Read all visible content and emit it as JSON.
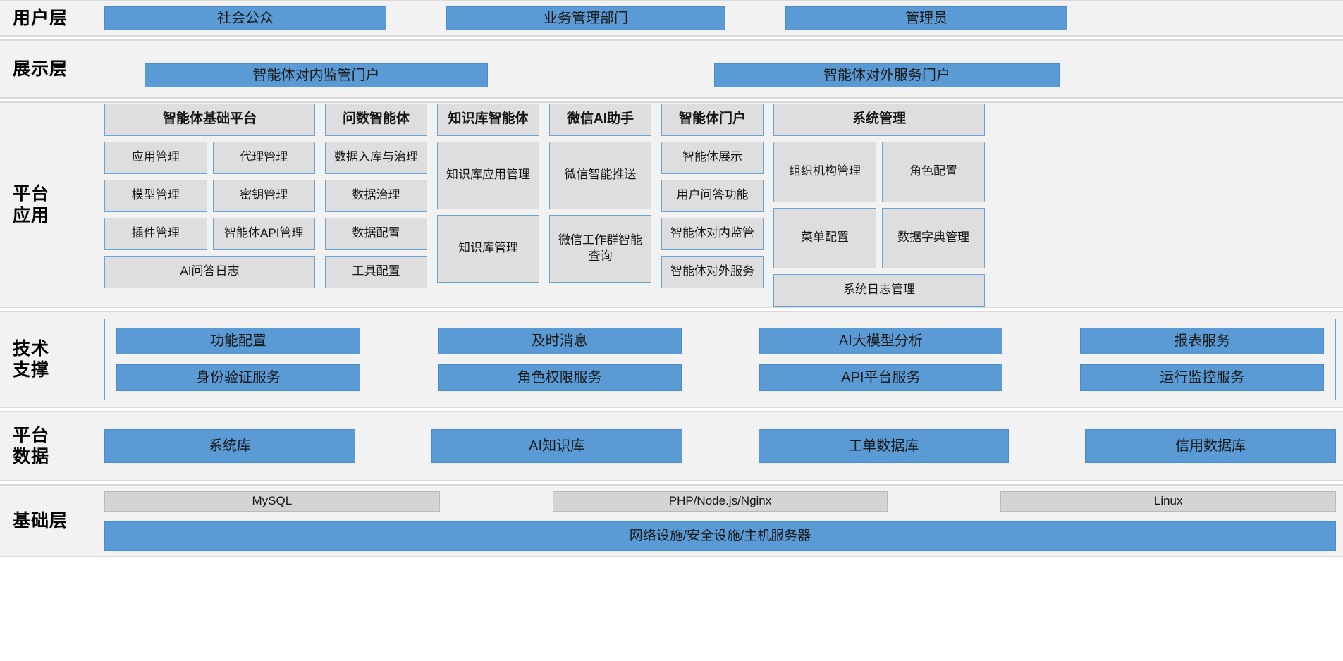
{
  "layers": {
    "user": {
      "label": "用户层",
      "items": [
        {
          "label": "社会公众"
        },
        {
          "label": "业务管理部门"
        },
        {
          "label": "管理员"
        }
      ]
    },
    "presentation": {
      "label": "展示层",
      "items": [
        {
          "label": "智能体对内监管门户"
        },
        {
          "label": "智能体对外服务门户"
        }
      ]
    },
    "platform_app": {
      "label": "平台\n应用",
      "groups": [
        {
          "title": "智能体基础平台",
          "pairs": [
            [
              "应用管理",
              "代理管理"
            ],
            [
              "模型管理",
              "密钥管理"
            ],
            [
              "插件管理",
              "智能体API管理"
            ]
          ],
          "full": [
            "AI问答日志"
          ]
        },
        {
          "title": "问数智能体",
          "items": [
            "数据入库与治理",
            "数据治理",
            "数据配置",
            "工具配置"
          ]
        },
        {
          "title": "知识库智能体",
          "tall_items": [
            "知识库应用管理",
            "知识库管理"
          ]
        },
        {
          "title": "微信AI助手",
          "tall_items": [
            "微信智能推送",
            "微信工作群智能查询"
          ]
        },
        {
          "title": "智能体门户",
          "items": [
            "智能体展示",
            "用户问答功能",
            "智能体对内监管",
            "智能体对外服务"
          ]
        },
        {
          "title": "系统管理",
          "pairs": [
            [
              "组织机构管理",
              "角色配置"
            ],
            [
              "菜单配置",
              "数据字典管理"
            ]
          ],
          "full": [
            "系统日志管理"
          ]
        }
      ]
    },
    "tech_support": {
      "label": "技术\n支撑",
      "row1": [
        "功能配置",
        "及时消息",
        "AI大模型分析",
        "报表服务"
      ],
      "row2": [
        "身份验证服务",
        "角色权限服务",
        "API平台服务",
        "运行监控服务"
      ]
    },
    "platform_data": {
      "label": "平台\n数据",
      "items": [
        "系统库",
        "AI知识库",
        "工单数据库",
        "信用数据库"
      ]
    },
    "infrastructure": {
      "label": "基础层",
      "row1": [
        "MySQL",
        "PHP/Node.js/Nginx",
        "Linux"
      ],
      "row2": "网络设施/安全设施/主机服务器"
    }
  },
  "colors": {
    "blue": "#5b9bd5",
    "blue_border": "#4a8cc7",
    "grey_fill": "#dedede",
    "grey_border": "#6ba3d6",
    "band_bg": "#f2f2f2",
    "band_divider": "#d9d9d9"
  }
}
